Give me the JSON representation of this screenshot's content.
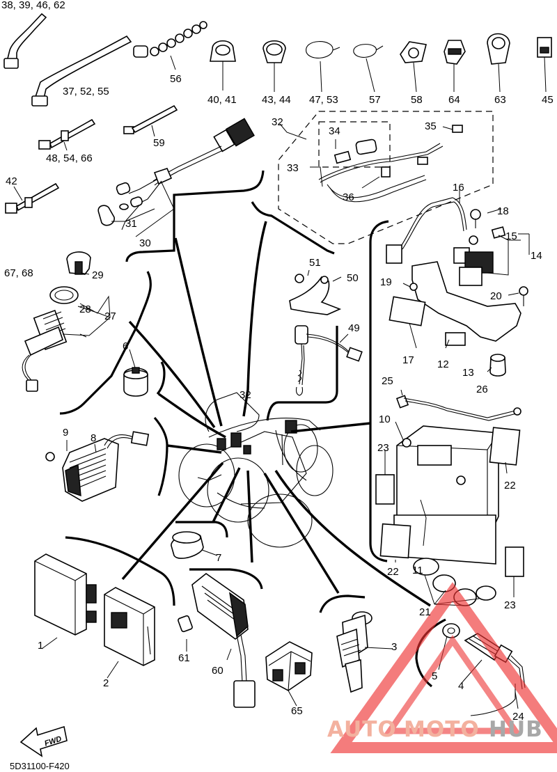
{
  "diagram": {
    "footer_code": "5D31100-F420",
    "fwd_label": "FWD",
    "watermark": {
      "part1": "AUTO",
      "part2": "MOTO",
      "part3": "HUB",
      "color_main": "#f2a48f",
      "color_hub": "#9a9a9a",
      "triangle_color": "#ee3333"
    },
    "part_labels": {
      "l38": "38, 39, 46, 62",
      "l37": "37, 52, 55",
      "l56": "56",
      "l4041": "40, 41",
      "l4344": "43, 44",
      "l4753": "47, 53",
      "l57": "57",
      "l58": "58",
      "l64": "64",
      "l63": "63",
      "l45": "45",
      "l59": "59",
      "l485466": "48, 54, 66",
      "l42": "42",
      "l32a": "32",
      "l34": "34",
      "l35": "35",
      "l33": "33",
      "l36": "36",
      "l16": "16",
      "l18": "18",
      "l31": "31",
      "l30": "30",
      "l15": "15",
      "l14": "14",
      "l6768": "67, 68",
      "l29": "29",
      "l51": "51",
      "l50": "50",
      "l19": "19",
      "l20": "20",
      "l28": "28",
      "l27": "27",
      "l49": "49",
      "l17": "17",
      "l12": "12",
      "l13": "13",
      "l6": "6",
      "l25": "25",
      "l26": "26",
      "l32b": "32",
      "l10": "10",
      "l9": "9",
      "l8": "8",
      "l23a": "23",
      "l22a": "22",
      "l7": "7",
      "l22b": "22",
      "l11": "11",
      "l23b": "23",
      "l21": "21",
      "l1": "1",
      "l3": "3",
      "l61": "61",
      "l2": "2",
      "l60": "60",
      "l5": "5",
      "l4": "4",
      "l65": "65",
      "l24": "24"
    }
  }
}
